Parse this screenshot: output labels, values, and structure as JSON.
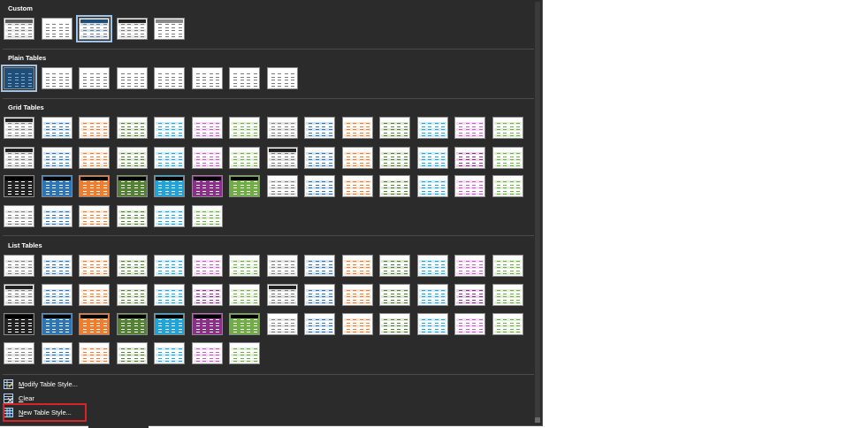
{
  "sections": [
    {
      "title": "Custom",
      "rows": [
        [
          "gray-header-bordered",
          "plain-white",
          "navy-header-selected",
          "dark-header",
          "gray-header-plain"
        ]
      ]
    },
    {
      "title": "Plain Tables",
      "rows": [
        [
          "plain-blue-solid",
          "plain-1",
          "plain-2",
          "plain-3",
          "plain-4",
          "plain-5",
          "plain-6",
          "plain-7"
        ]
      ]
    },
    {
      "title": "Grid Tables",
      "rows": [
        [
          "black",
          "blue",
          "orange",
          "green",
          "teal",
          "pink",
          "lightgreen",
          "gray",
          "blue",
          "orange",
          "green",
          "teal",
          "pink",
          "lightgreen"
        ],
        [
          "black",
          "blue",
          "orange",
          "green",
          "teal",
          "pink",
          "lightgreen",
          "black",
          "blue",
          "orange",
          "green",
          "teal",
          "purple",
          "lightgreen"
        ],
        [
          "blackfill",
          "bluefill",
          "orangefill",
          "greenfill",
          "tealfill",
          "purplefill",
          "lightgreenfill",
          "gray",
          "blue",
          "orange",
          "green",
          "teal",
          "pink",
          "lightgreen"
        ],
        [
          "gray",
          "blue",
          "orange",
          "green",
          "teal",
          "lightgreen"
        ]
      ]
    },
    {
      "title": "List Tables",
      "rows": [
        [
          "gray",
          "blue",
          "orange",
          "green",
          "teal",
          "pink",
          "lightgreen",
          "gray",
          "blue",
          "orange",
          "green",
          "teal",
          "pink",
          "lightgreen"
        ],
        [
          "black",
          "blue",
          "orange",
          "green",
          "teal",
          "purple",
          "lightgreen",
          "black",
          "blue",
          "orange",
          "green",
          "teal",
          "purple",
          "lightgreen"
        ],
        [
          "blackfill",
          "bluefill",
          "orangefill",
          "greenfill",
          "tealfill",
          "purplefill",
          "lightgreenfill",
          "gray",
          "blue",
          "orange",
          "green",
          "teal",
          "pink",
          "lightgreen"
        ],
        [
          "gray",
          "blue",
          "orange",
          "green",
          "teal",
          "pink",
          "lightgreen"
        ]
      ]
    }
  ],
  "colors": {
    "black": "#222222",
    "gray": "#7f7f7f",
    "blue": "#2e75b6",
    "orange": "#ed7d31",
    "green": "#548235",
    "teal": "#1fa3d9",
    "pink": "#c55bc5",
    "purple": "#8b2f8b",
    "lightgreen": "#70ad47",
    "navy": "#1f4e79"
  },
  "commands": {
    "modify": {
      "label": "Modify Table Style...",
      "mnemonic": "M",
      "rest": "odify Table Style..."
    },
    "clear": {
      "label": "Clear",
      "mnemonic": "C",
      "rest": "lear"
    },
    "new": {
      "label": "New Table Style...",
      "mnemonic": "N",
      "rest": "ew Table Style..."
    }
  }
}
